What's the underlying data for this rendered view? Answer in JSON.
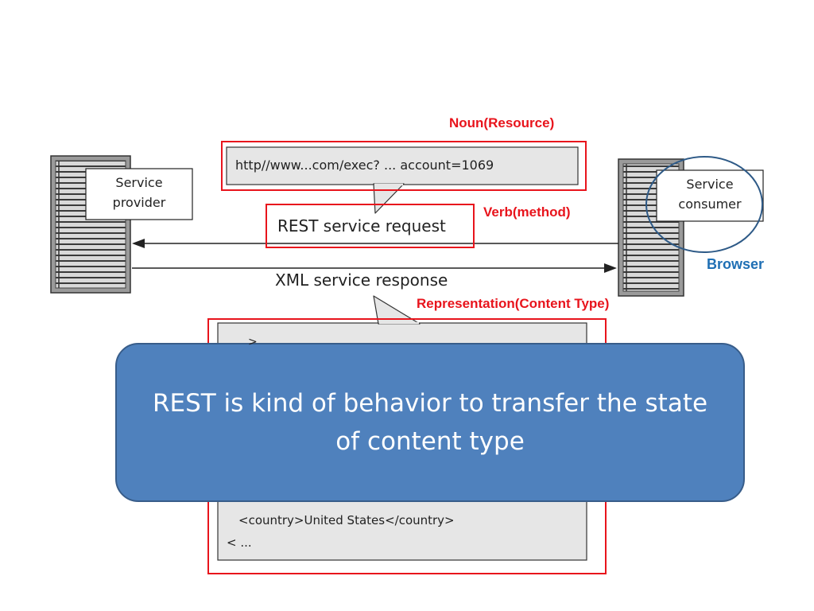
{
  "labels": {
    "noun": "Noun(Resource)",
    "verb": "Verb(method)",
    "representation": "Representation(Content Type)",
    "browser": "Browser"
  },
  "nodes": {
    "provider_line1": "Service",
    "provider_line2": "provider",
    "consumer_line1": "Service",
    "consumer_line2": "consumer"
  },
  "request": {
    "url": "http//www...com/exec? ... account=1069",
    "label": "REST service request"
  },
  "response": {
    "label": "XML service response",
    "xml_top": ">",
    "xml_country": "<country>United States</country>",
    "xml_end": "< ..."
  },
  "callout": {
    "text": "REST is kind of behavior to transfer the state of content type"
  },
  "colors": {
    "highlight_red": "#e8141c",
    "callout_fill": "#4f81bd",
    "callout_border": "#385d8a",
    "browser_blue": "#1f6fb4"
  }
}
